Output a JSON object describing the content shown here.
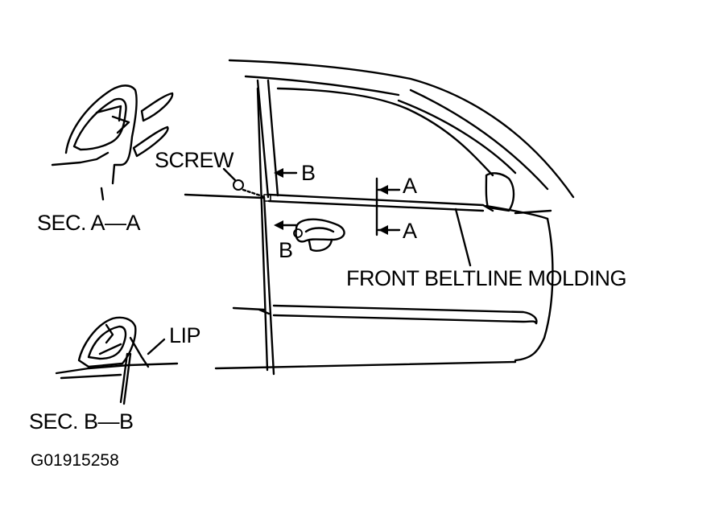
{
  "labels": {
    "screw": "SCREW",
    "b_upper": "B",
    "b_lower": "B",
    "a_upper": "A",
    "a_lower": "A",
    "front_beltline_molding": "FRONT BELTLINE MOLDING",
    "sec_aa": "SEC. A—A",
    "lip": "LIP",
    "sec_bb": "SEC. B—B",
    "figure_code": "G01915258"
  }
}
